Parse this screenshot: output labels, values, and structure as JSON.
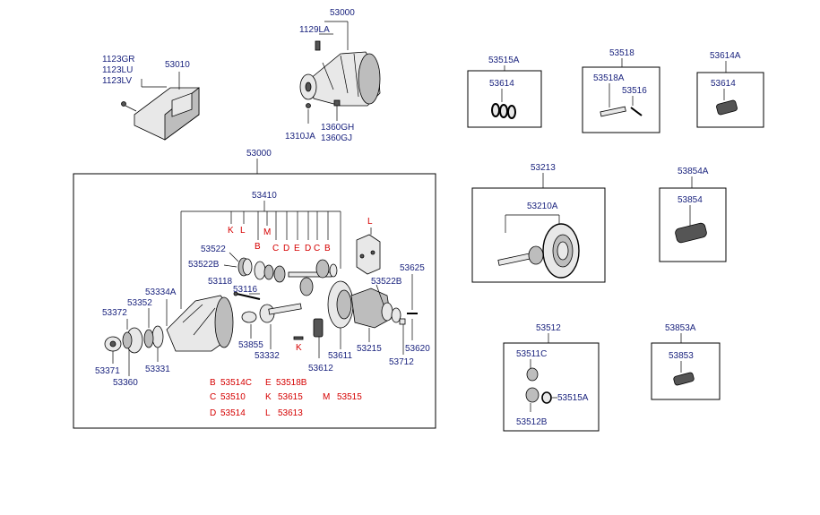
{
  "labels": {
    "l53000top": "53000",
    "l1129la": "1129LA",
    "l1310ja": "1310JA",
    "l1360gh": "1360GH",
    "l1360gj": "1360GJ",
    "l1123gr": "1123GR",
    "l1123lu": "1123LU",
    "l1123lv": "1123LV",
    "l53010": "53010",
    "l53515a_top": "53515A",
    "l53614_a": "53614",
    "l53518": "53518",
    "l53518a": "53518A",
    "l53516": "53516",
    "l53614a": "53614A",
    "l53614_b": "53614",
    "l53000main": "53000",
    "l53410": "53410",
    "kK": "K",
    "kL": "L",
    "kM": "M",
    "kB1": "B",
    "kC1": "C",
    "kD1": "D",
    "kE": "E",
    "kD2": "D",
    "kC2": "C",
    "kB2": "B",
    "kL2": "L",
    "kK2": "K",
    "l53522": "53522",
    "l53522b_l": "53522B",
    "l53118": "53118",
    "l53116": "53116",
    "l53625": "53625",
    "l53522b_r": "53522B",
    "l53334a": "53334A",
    "l53352": "53352",
    "l53372": "53372",
    "l53371": "53371",
    "l53360": "53360",
    "l53331": "53331",
    "l53855": "53855",
    "l53332": "53332",
    "l53612": "53612",
    "l53611": "53611",
    "l53215": "53215",
    "l53620": "53620",
    "l53712": "53712",
    "l53213": "53213",
    "l53210a": "53210A",
    "l53854a": "53854A",
    "l53854": "53854",
    "l53512": "53512",
    "l53511c": "53511C",
    "l53515a_b": "53515A",
    "l53512b": "53512B",
    "l53853a": "53853A",
    "l53853": "53853"
  },
  "legend": {
    "B_key": "B",
    "B_val": "53514C",
    "C_key": "C",
    "C_val": "53510",
    "D_key": "D",
    "D_val": "53514",
    "E_key": "E",
    "E_val": "53518B",
    "K_key": "K",
    "K_val": "53615",
    "L_key": "L",
    "L_val": "53613",
    "M_key": "M",
    "M_val": "53515"
  }
}
